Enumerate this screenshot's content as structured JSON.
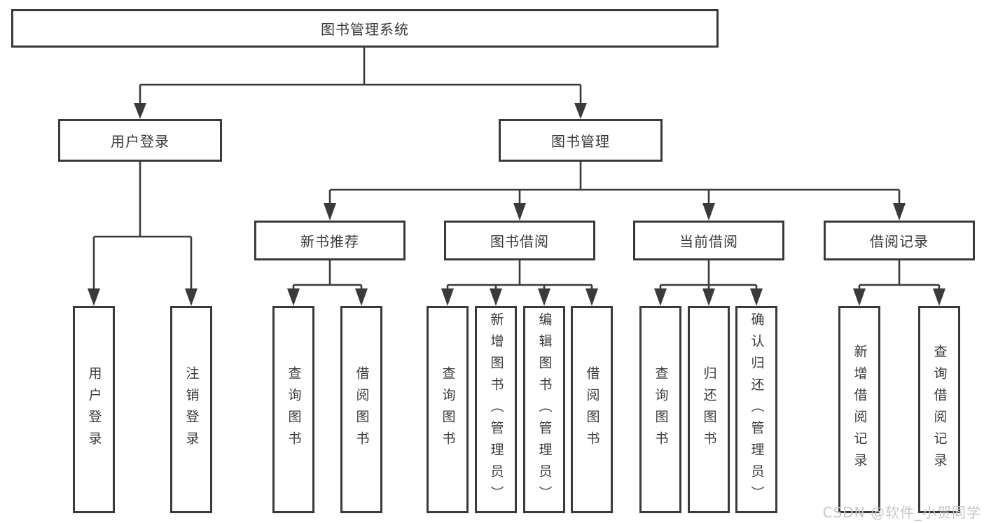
{
  "diagram": {
    "root": {
      "label": "图书管理系统"
    },
    "branches": [
      {
        "label": "用户登录",
        "children": [
          {
            "label": "用户登录"
          },
          {
            "label": "注销登录"
          }
        ]
      },
      {
        "label": "图书管理",
        "children": [
          {
            "label": "新书推荐",
            "children": [
              {
                "label": "查询图书"
              },
              {
                "label": "借阅图书"
              }
            ]
          },
          {
            "label": "图书借阅",
            "children": [
              {
                "label": "查询图书"
              },
              {
                "label": "新增图书（管理员）"
              },
              {
                "label": "编辑图书（管理员）"
              },
              {
                "label": "借阅图书"
              }
            ]
          },
          {
            "label": "当前借阅",
            "children": [
              {
                "label": "查询图书"
              },
              {
                "label": "归还图书"
              },
              {
                "label": "确认归还（管理员）"
              }
            ]
          },
          {
            "label": "借阅记录",
            "children": [
              {
                "label": "新增借阅记录"
              },
              {
                "label": "查询借阅记录"
              }
            ]
          }
        ]
      }
    ]
  },
  "watermark": {
    "text": "CSDN @软件_小贺同学"
  },
  "colors": {
    "line": "#3a3a3a",
    "text": "#3a3a3a",
    "box_background": "#ffffff",
    "watermark": "#c6c6c6"
  }
}
